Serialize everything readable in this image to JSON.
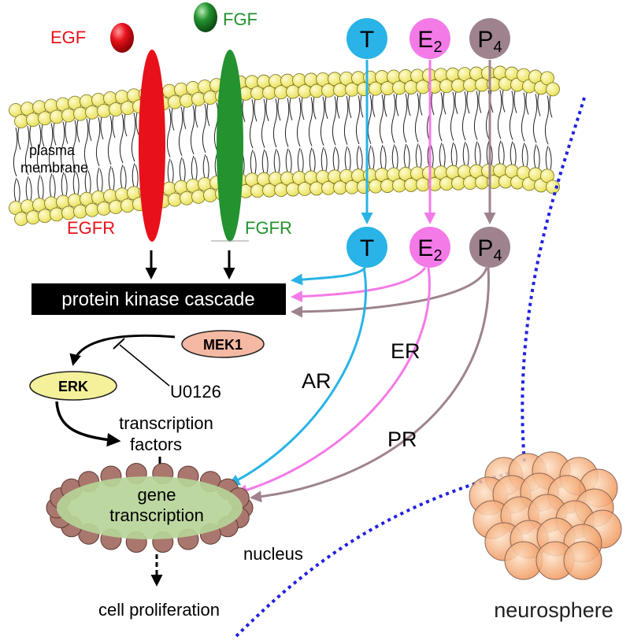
{
  "ligands": {
    "egf": "EGF",
    "fgf": "FGF"
  },
  "receptors": {
    "egfr": "EGFR",
    "fgfr": "FGFR"
  },
  "membrane": {
    "line1": "plasma",
    "line2": "membrane"
  },
  "hormones": {
    "t": {
      "symbol": "T",
      "color": "#29b3e6"
    },
    "e2": {
      "symbol": "E",
      "subscript": "2",
      "color": "#f47ae8"
    },
    "p4": {
      "symbol": "P",
      "subscript": "4",
      "color": "#9e838f"
    }
  },
  "cascade": "protein kinase cascade",
  "mek1": "MEK1",
  "erk": "ERK",
  "inhibitor": "U0126",
  "nuclear_receptors": {
    "ar": "AR",
    "er": "ER",
    "pr": "PR"
  },
  "transcription_factors": {
    "line1": "transcription",
    "line2": "factors"
  },
  "gene_transcription": {
    "line1": "gene",
    "line2": "transcription"
  },
  "nucleus": "nucleus",
  "outcome": "cell proliferation",
  "neurosphere": "neurosphere",
  "colors": {
    "egf": "#e8111a",
    "fgf": "#23922f",
    "lipid_head": "#f2ee6e",
    "cascade_bg": "#000000",
    "mek1_fill": "#f5b9a3",
    "erk_fill": "#f4f19a",
    "nucleus_fill": "#b7d499",
    "nucleus_bead": "#a9776d",
    "dotted": "#2020e0",
    "neurosphere_cell": "#f1a16a"
  }
}
